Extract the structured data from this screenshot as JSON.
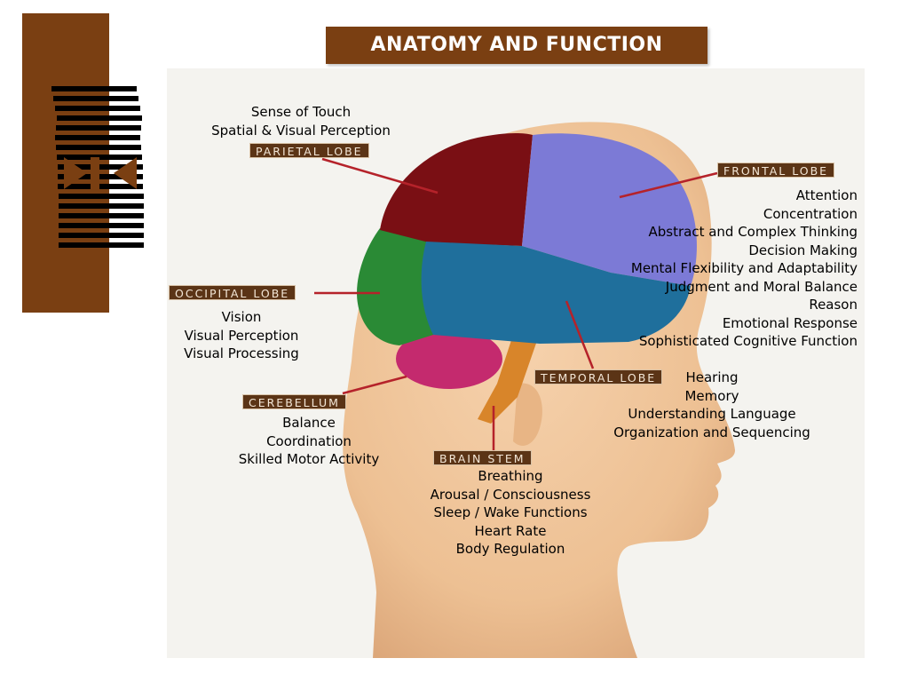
{
  "title": "ANATOMY AND FUNCTION",
  "colors": {
    "accent_brown": "#7a3f12",
    "tag_brown": "#5b3416",
    "parietal": "#7a0f14",
    "frontal": "#7c7ad6",
    "temporal": "#1f6f9c",
    "occipital": "#2a8a35",
    "cerebellum": "#c42a6e",
    "brain_stem": "#d8852a",
    "skin": "#efc59a"
  },
  "lobes": {
    "parietal": {
      "label": "PARIETAL LOBE",
      "functions": [
        "Sense of Touch",
        "Spatial & Visual Perception"
      ]
    },
    "frontal": {
      "label": "FRONTAL LOBE",
      "functions": [
        "Attention",
        "Concentration",
        "Abstract and Complex Thinking",
        "Decision Making",
        "Mental Flexibility and Adaptability",
        "Judgment and Moral Balance",
        "Reason",
        "Emotional Response",
        "Sophisticated Cognitive Function"
      ]
    },
    "occipital": {
      "label": "OCCIPITAL LOBE",
      "functions": [
        "Vision",
        "Visual Perception",
        "Visual Processing"
      ]
    },
    "temporal": {
      "label": "TEMPORAL LOBE",
      "functions": [
        "Hearing",
        "Memory",
        "Understanding Language",
        "Organization and Sequencing"
      ]
    },
    "cerebellum": {
      "label": "CEREBELLUM",
      "functions": [
        "Balance",
        "Coordination",
        "Skilled Motor Activity"
      ]
    },
    "brain_stem": {
      "label": "BRAIN STEM",
      "functions": [
        "Breathing",
        "Arousal / Consciousness",
        "Sleep / Wake Functions",
        "Heart Rate",
        "Body Regulation"
      ]
    }
  }
}
